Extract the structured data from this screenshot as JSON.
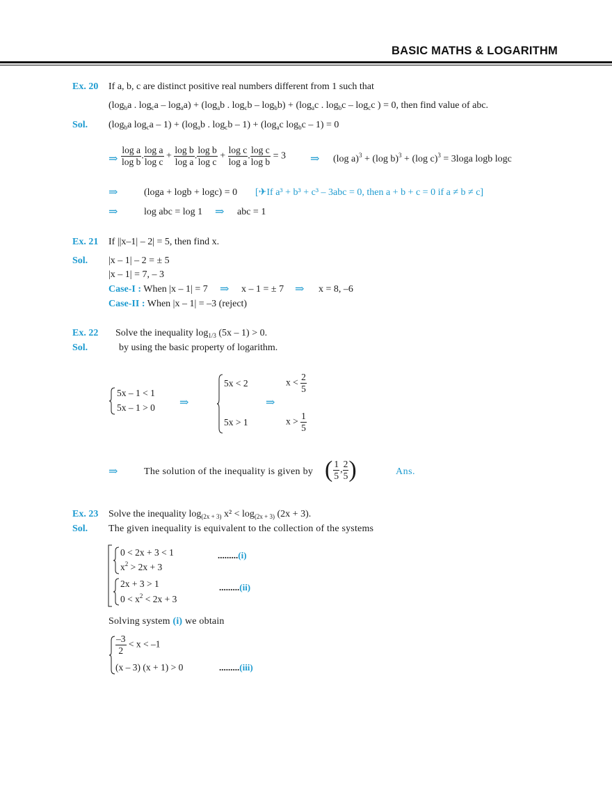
{
  "header": {
    "title": "BASIC MATHS & LOGARITHM"
  },
  "ex20": {
    "label": "Ex. 20",
    "q1": "If a, b, c are distinct positive real numbers different from 1 such that",
    "q2": "(log_b a . log_c a – log_a a) + (log_a b . log_c b – log_b b) + (log_a c . log_b c – log_c c ) = 0, then find value of abc.",
    "sol_label": "Sol.",
    "s1": "(log_b a log_c a – 1) + (log_a b . log_c b – 1) + (log_a c log_b c – 1) = 0",
    "frac_terms": [
      "log a",
      "log b",
      "log a",
      "log c",
      "log b",
      "log a",
      "log b",
      "log c",
      "log c",
      "log a",
      "log c",
      "log b"
    ],
    "eq3": "= 3",
    "cube_eq": "(log a)³ + (log b)³ + (log c)³ = 3loga logb logc",
    "s3": "(loga + logb + logc) = 0",
    "s3_note": "[✈If a³ + b³ + c³ – 3abc = 0, then a + b + c = 0 if a ≠ b ≠ c]",
    "s4a": "log abc = log 1",
    "s4b": "abc = 1"
  },
  "ex21": {
    "label": "Ex. 21",
    "q": "If ||x–1| – 2| = 5, then find x.",
    "sol_label": "Sol.",
    "l1": "|x – 1| – 2 = ± 5",
    "l2": "|x – 1| = 7, – 3",
    "case1_label": "Case-I :",
    "case1_a": "When |x – 1| = 7",
    "case1_b": "x – 1 = ± 7",
    "case1_c": "x = 8, –6",
    "case2_label": "Case-II :",
    "case2": "When |x – 1| = –3   (reject)"
  },
  "ex22": {
    "label": "Ex. 22",
    "q_pre": "Solve the inequality  log",
    "q_sub": "1/3",
    "q_post": " (5x – 1) > 0.",
    "sol_label": "Sol.",
    "s1": "by using the basic property of logarithm.",
    "sys1a": "5x – 1 < 1",
    "sys1b": "5x – 1 > 0",
    "sys2a": "5x < 2",
    "sys2b": "5x > 1",
    "r1_pre": "x <",
    "r1_num": "2",
    "r1_den": "5",
    "r2_pre": "x >",
    "r2_num": "1",
    "r2_den": "5",
    "conclusion": "The solution of the inequality is given by",
    "ans_num1": "1",
    "ans_den1": "5",
    "ans_num2": "2",
    "ans_den2": "5",
    "ans": "Ans."
  },
  "ex23": {
    "label": "Ex. 23",
    "q_pre": "Solve the inequality log",
    "q_sub1": "(2x + 3)",
    "q_mid": " x² < log",
    "q_sub2": "(2x + 3)",
    "q_post": " (2x + 3).",
    "sol_label": "Sol.",
    "s1": "The given inequality is equivalent to the collection of the systems",
    "sysA1": "0 < 2x + 3 < 1",
    "sysA2": "x² > 2x + 3",
    "tagA": "(i)",
    "sysB1": "2x + 3 > 1",
    "sysB2": "0 < x² < 2x + 3",
    "tagB": "(ii)",
    "dots": ".........",
    "solving_pre": "Solving system",
    "solving_tag": "(i)",
    "solving_post": "we obtain",
    "sysC_num": "–3",
    "sysC_den": "2",
    "sysC1_post": "< x < –1",
    "sysC2": "(x – 3) (x + 1) > 0",
    "tagC": "(iii)"
  },
  "arrow": "⇒"
}
